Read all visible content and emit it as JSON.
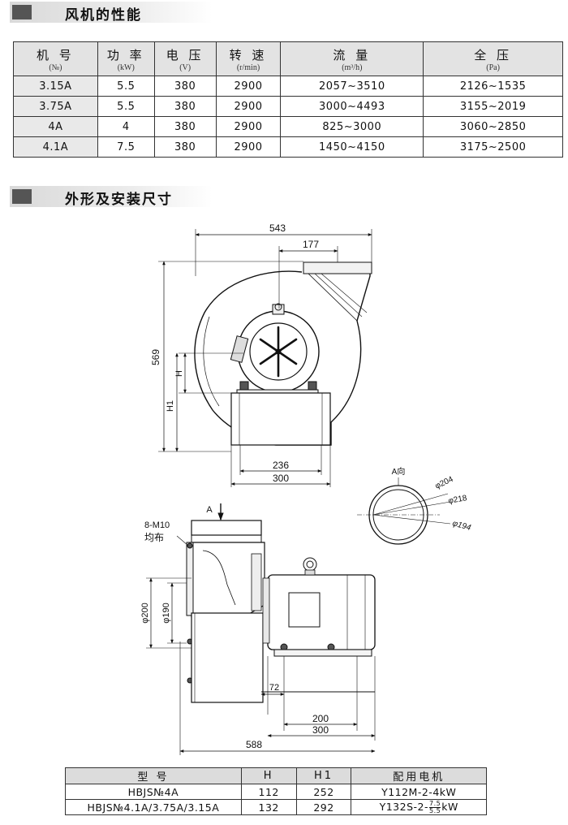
{
  "section1": {
    "title": "风机的性能"
  },
  "section2": {
    "title": "外形及安装尺寸"
  },
  "perf_table": {
    "headers": [
      {
        "name": "机 号",
        "unit": "(№)"
      },
      {
        "name": "功 率",
        "unit": "(kW)"
      },
      {
        "name": "电 压",
        "unit": "(V)"
      },
      {
        "name": "转 速",
        "unit": "(r/min)"
      },
      {
        "name": "流 量",
        "unit": "(m³/h)"
      },
      {
        "name": "全 压",
        "unit": "(Pa)"
      }
    ],
    "rows": [
      [
        "3.15A",
        "5.5",
        "380",
        "2900",
        "2057~3510",
        "2126~1535"
      ],
      [
        "3.75A",
        "5.5",
        "380",
        "2900",
        "3000~4493",
        "3155~2019"
      ],
      [
        "4A",
        "4",
        "380",
        "2900",
        "825~3000",
        "3060~2850"
      ],
      [
        "4.1A",
        "7.5",
        "380",
        "2900",
        "1450~4150",
        "3175~2500"
      ]
    ]
  },
  "front_view": {
    "dim_width": "543",
    "dim_outlet": "177",
    "dim_height": "569",
    "label_h": "H",
    "label_h1": "H1",
    "dim_base_inner": "236",
    "dim_base_outer": "300"
  },
  "side_view": {
    "arrow_label": "A",
    "bolts_label": "8-M10",
    "bolts_note": "均布",
    "dim_outer_dia": "φ200",
    "dim_inner_dia": "φ190",
    "dim_offset": "72",
    "dim_base_inner": "200",
    "dim_base_outer": "300",
    "dim_length": "588"
  },
  "a_view": {
    "title": "A向",
    "dia1": "φ204",
    "dia2": "φ218",
    "dia3": "φ194"
  },
  "spec_table": {
    "headers": [
      "型 号",
      "H",
      "H1",
      "配用电机"
    ],
    "rows": [
      {
        "model": "HBJS№4A",
        "h": "112",
        "h1": "252",
        "motor": "Y112M-2-4kW"
      },
      {
        "model": "HBJS№4.1A/3.75A/3.15A",
        "h": "132",
        "h1": "292",
        "motor_prefix": "Y132S-2-",
        "motor_frac_top": "7.5",
        "motor_frac_bottom": "5.5",
        "motor_suffix": "kW"
      }
    ]
  }
}
